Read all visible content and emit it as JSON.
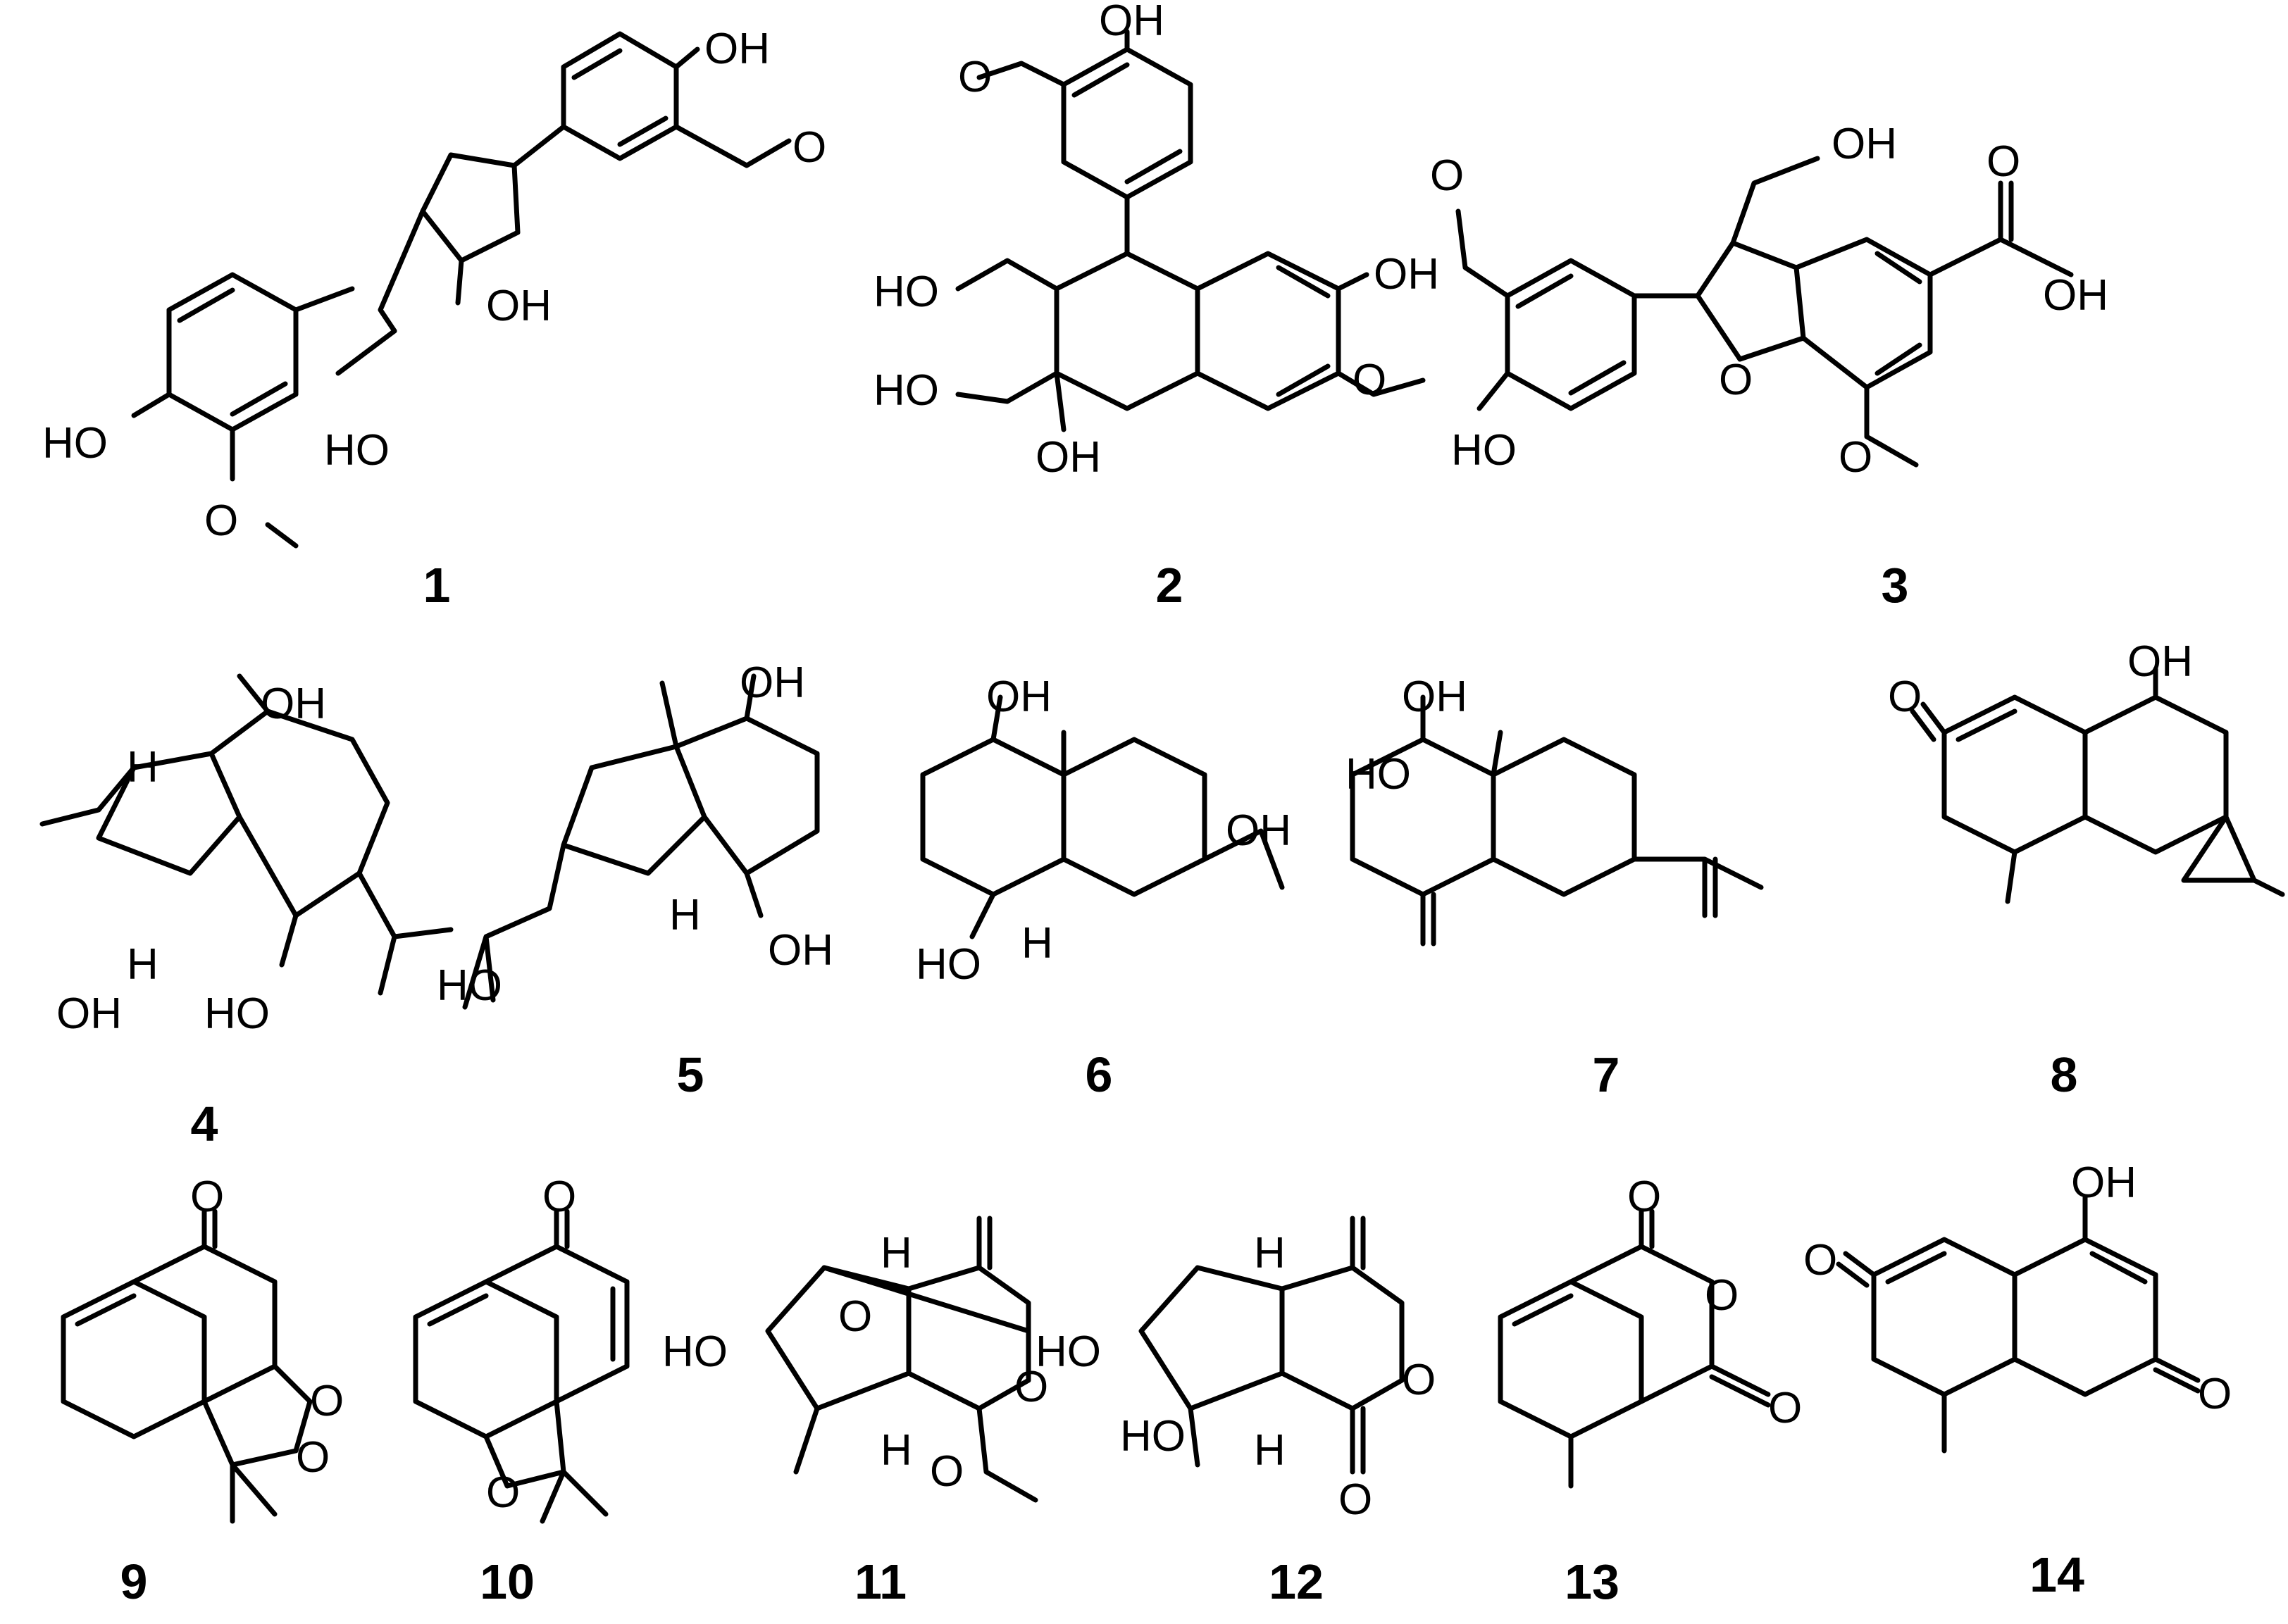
{
  "compounds": [
    {
      "number": "1",
      "labels": [
        "OH",
        "O",
        "OH",
        "HO",
        "HO",
        "O"
      ]
    },
    {
      "number": "2",
      "labels": [
        "OH",
        "O",
        "HO",
        "OH",
        "HO",
        "OH",
        "O"
      ]
    },
    {
      "number": "3",
      "labels": [
        "OH",
        "O",
        "O",
        "OH",
        "O",
        "HO",
        "O"
      ]
    },
    {
      "number": "4",
      "labels": [
        "OH",
        "H",
        "H",
        "OH",
        "HO"
      ]
    },
    {
      "number": "5",
      "labels": [
        "OH",
        "H",
        "OH",
        "HO"
      ]
    },
    {
      "number": "6",
      "labels": [
        "OH",
        "OH",
        "HO",
        "H"
      ]
    },
    {
      "number": "7",
      "labels": [
        "OH",
        "HO"
      ]
    },
    {
      "number": "8",
      "labels": [
        "OH",
        "O"
      ]
    },
    {
      "number": "9",
      "labels": [
        "O",
        "O",
        "O"
      ]
    },
    {
      "number": "10",
      "labels": [
        "O",
        "O"
      ]
    },
    {
      "number": "11",
      "labels": [
        "H",
        "HO",
        "O",
        "O",
        "H",
        "O"
      ]
    },
    {
      "number": "12",
      "labels": [
        "H",
        "HO",
        "O",
        "HO",
        "H",
        "O"
      ]
    },
    {
      "number": "13",
      "labels": [
        "O",
        "O",
        "O"
      ]
    },
    {
      "number": "14",
      "labels": [
        "OH",
        "O",
        "O"
      ]
    }
  ]
}
